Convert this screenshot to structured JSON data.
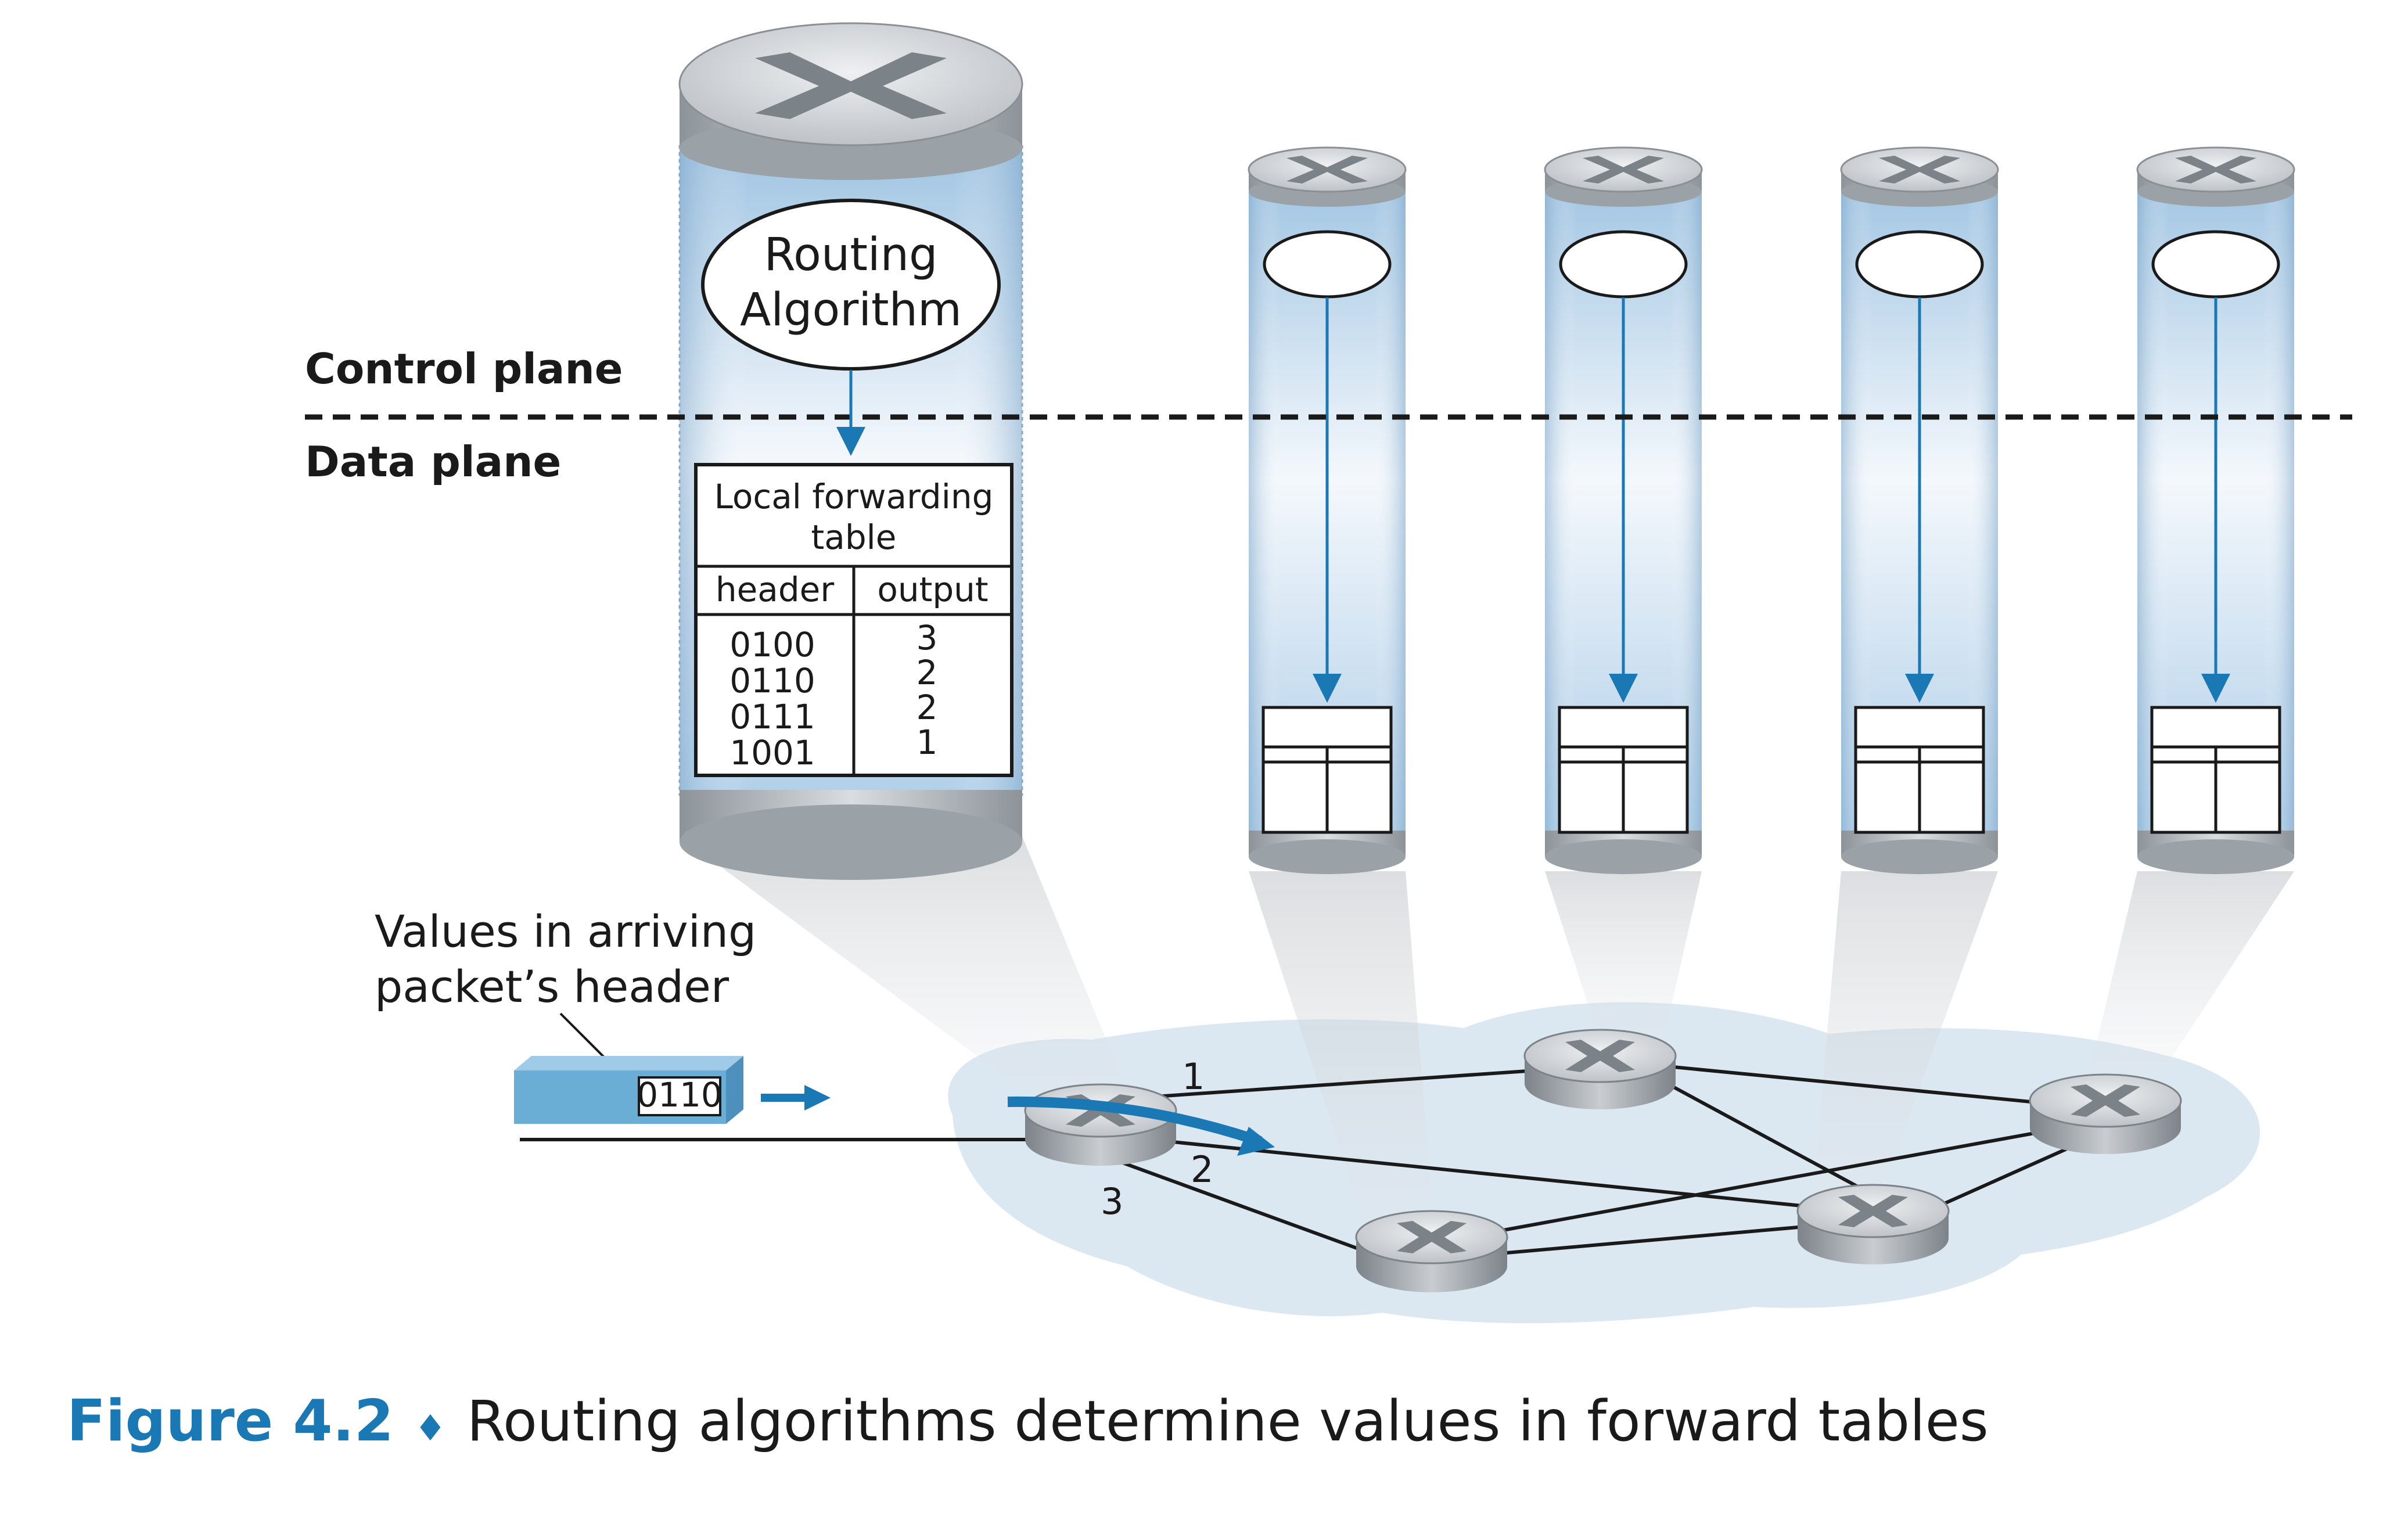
{
  "labels": {
    "control_plane": "Control plane",
    "data_plane": "Data plane",
    "routing_line1": "Routing",
    "routing_line2": "Algorithm",
    "table_title_line1": "Local forwarding",
    "table_title_line2": "table",
    "col_header": "header",
    "col_output": "output",
    "arriving_line1": "Values in arriving",
    "arriving_line2": "packet’s header",
    "packet_value": "0110"
  },
  "forwarding_table": {
    "rows": [
      {
        "header": "0100",
        "output": "3"
      },
      {
        "header": "0110",
        "output": "2"
      },
      {
        "header": "0111",
        "output": "2"
      },
      {
        "header": "1001",
        "output": "1"
      }
    ]
  },
  "ports": {
    "p1": "1",
    "p2": "2",
    "p3": "3"
  },
  "caption": {
    "figure": "Figure 4.2",
    "separator": "♦",
    "text": "Routing algorithms determine values in forward tables"
  },
  "colors": {
    "accent": "#1a78b4",
    "packet": "#6aaed6",
    "cloud": "#dbe7f1",
    "router": "#c8ccd0"
  }
}
